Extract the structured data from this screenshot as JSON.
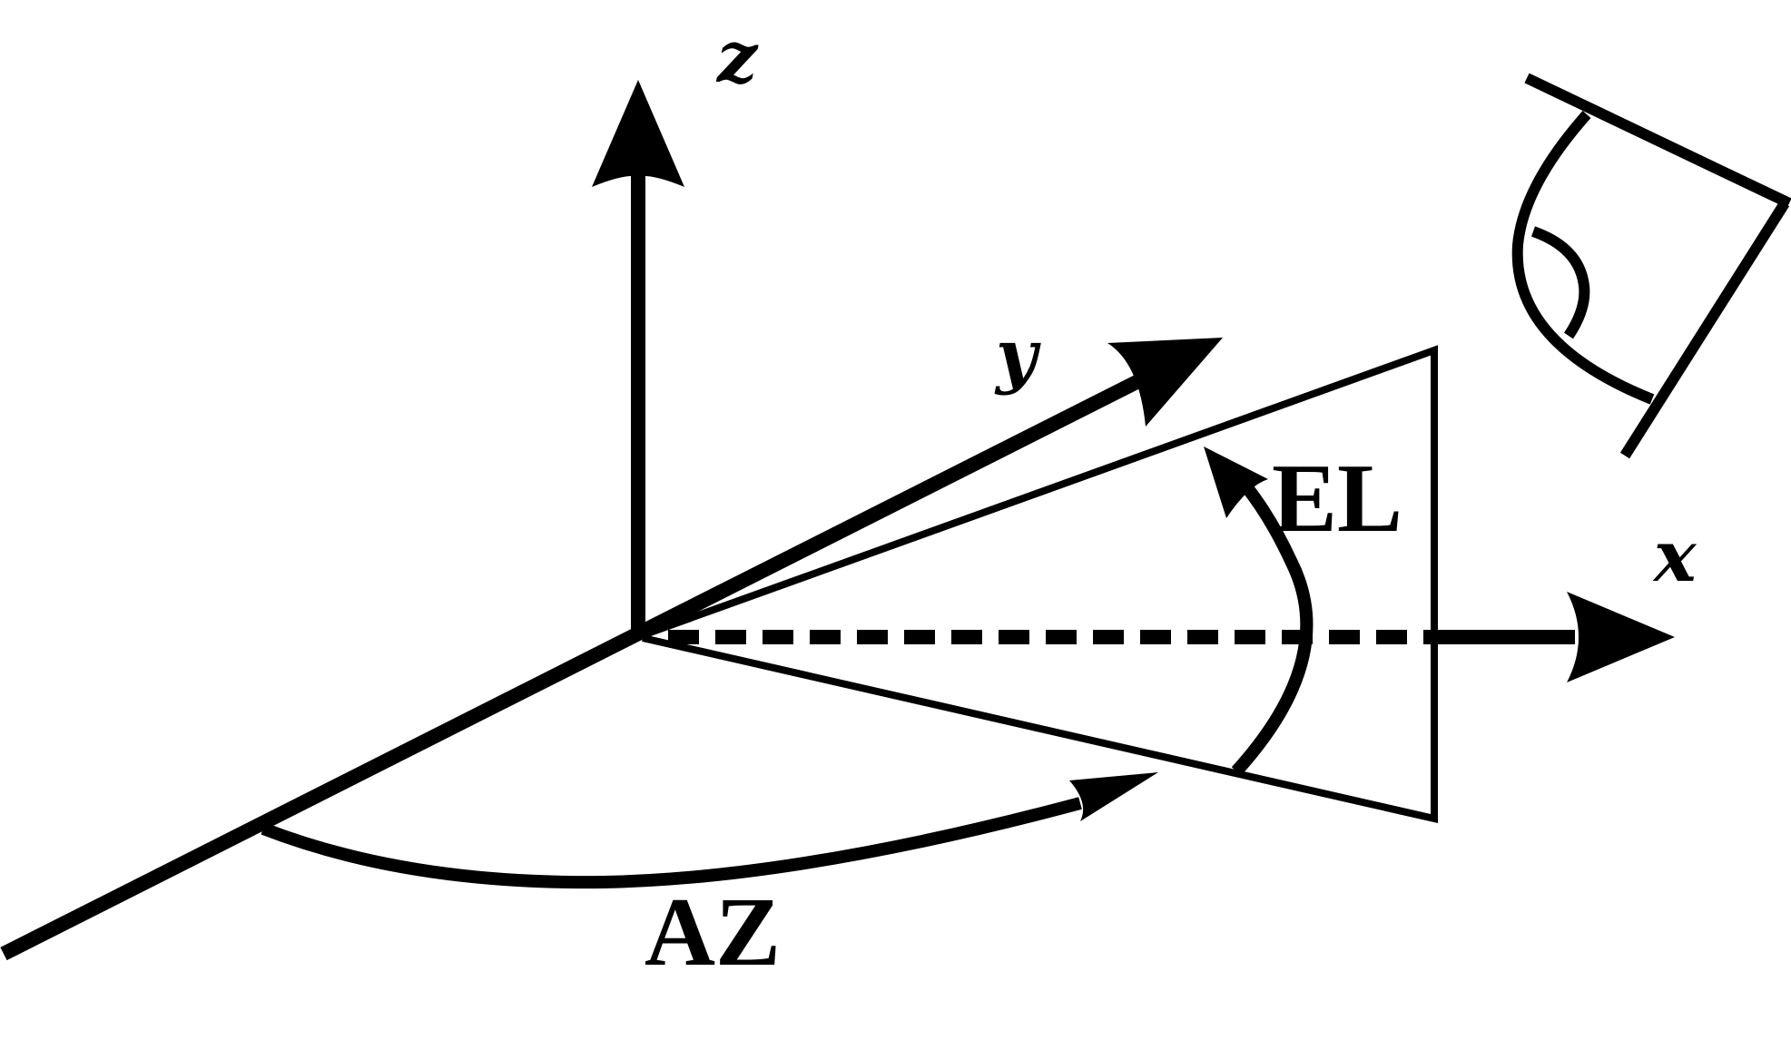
{
  "labels": {
    "z_axis": "z",
    "y_axis": "y",
    "x_axis": "x",
    "elevation": "EL",
    "azimuth": "AZ"
  },
  "icons": {
    "observer": "eye-icon"
  },
  "colors": {
    "stroke": "#000000",
    "background": "#ffffff"
  }
}
